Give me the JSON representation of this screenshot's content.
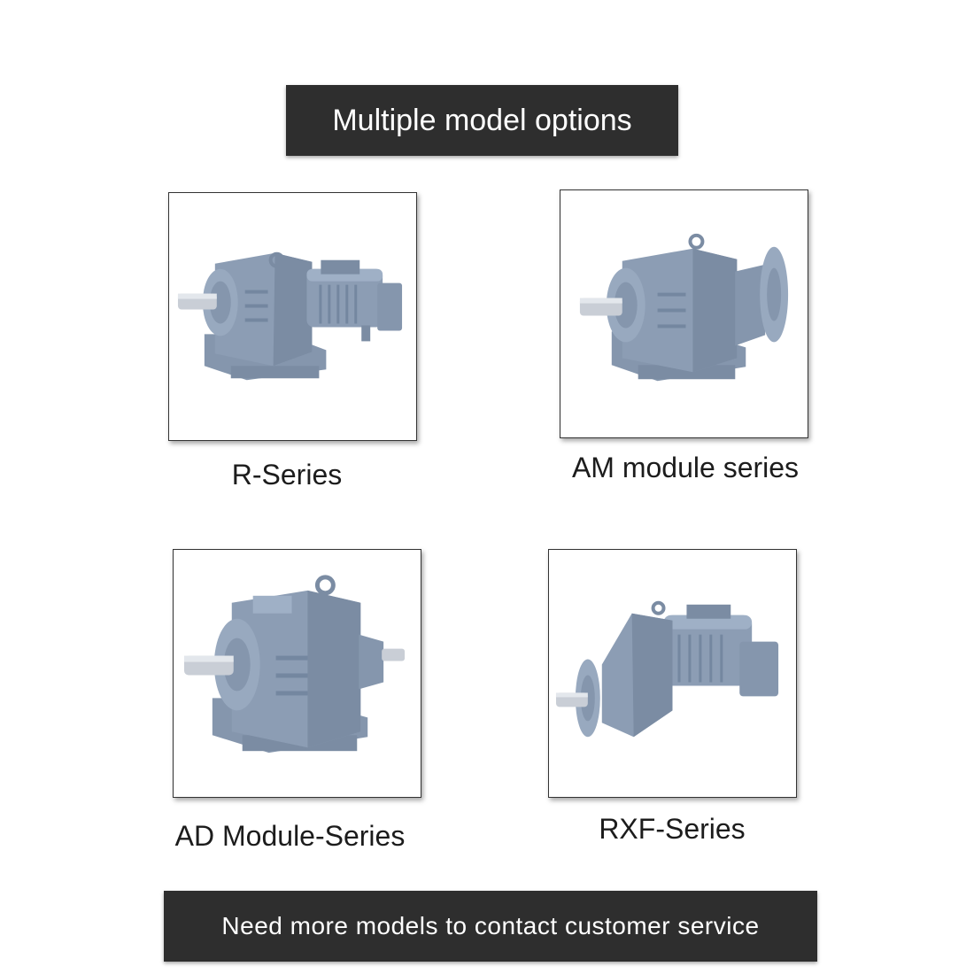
{
  "header": {
    "title": "Multiple model options"
  },
  "products": [
    {
      "label": "R-Series"
    },
    {
      "label": "AM module series"
    },
    {
      "label": "AD Module-Series"
    },
    {
      "label": "RXF-Series"
    }
  ],
  "footer": {
    "text": "Need more models to contact customer service"
  },
  "colors": {
    "banner": "#2e2e2e",
    "gearbox": "#8c9db4"
  }
}
